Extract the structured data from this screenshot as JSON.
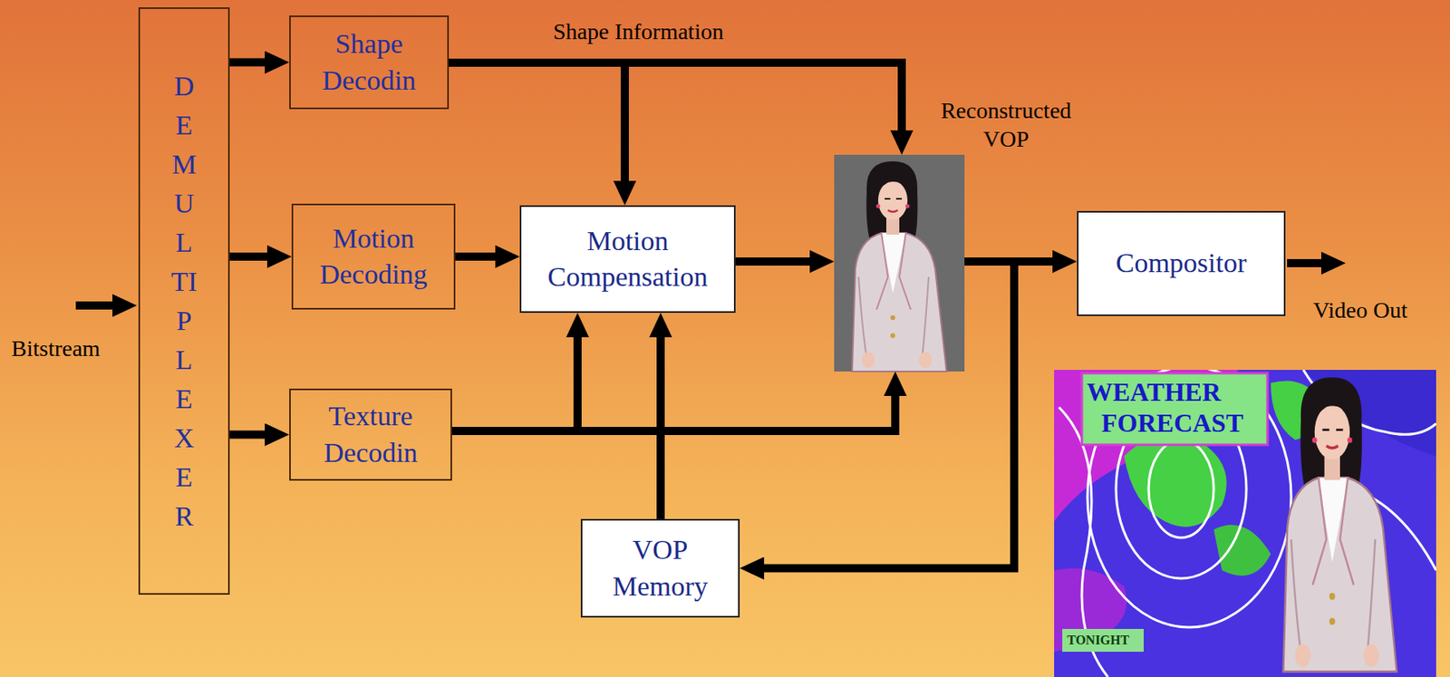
{
  "diagram": {
    "nodes": [
      {
        "text": [
          "DEMULTIPLEXER"
        ]
      },
      {
        "text": [
          "Shape Decodin"
        ]
      },
      {
        "text": [
          "Motion Decoding"
        ]
      },
      {
        "text": [
          "Texture Decodin"
        ]
      },
      {
        "text": [
          "Motion Compensation"
        ]
      },
      {
        "text": [
          "Reconstructed VOP"
        ]
      },
      {
        "text": [
          "Compositor"
        ]
      },
      {
        "text": [
          "VOP Memory"
        ]
      }
    ],
    "edges": [
      {
        "from": 0,
        "to": 1,
        "arrow": "to"
      },
      {
        "from": 0,
        "to": 2,
        "arrow": "to"
      },
      {
        "from": 0,
        "to": 3,
        "arrow": "to"
      },
      {
        "from": 1,
        "to": 4,
        "arrow": "to"
      },
      {
        "from": 1,
        "to": 5,
        "arrow": "to",
        "label": "Shape Information"
      },
      {
        "from": 2,
        "to": 4,
        "arrow": "to"
      },
      {
        "from": 3,
        "to": 4,
        "arrow": "to"
      },
      {
        "from": 3,
        "to": 5,
        "arrow": "to"
      },
      {
        "from": 7,
        "to": 4,
        "arrow": "to"
      },
      {
        "from": 4,
        "to": 5,
        "arrow": "to"
      },
      {
        "from": 5,
        "to": 6,
        "arrow": "to"
      },
      {
        "from": 5,
        "to": 7,
        "arrow": "to"
      }
    ],
    "labels": [
      "Bitstream",
      "Video Out",
      "WEATHER",
      "FORECAST",
      "TONIGHT"
    ]
  }
}
